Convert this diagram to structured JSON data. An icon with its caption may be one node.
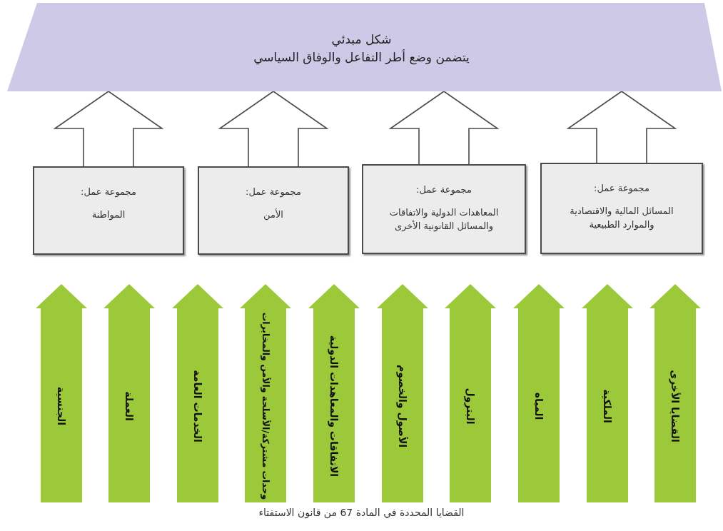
{
  "diagram": {
    "caption": "القضايا المحددة في المادة 67 من قانون الاستفتاء",
    "nodes": [
      {
        "text": [
          "شكل مبدئي",
          "يتضمن وضع أطر التفاعل والوفاق السياسي"
        ]
      },
      {
        "text": [
          "مجموعة عمل:",
          "المسائل المالية والاقتصادية والموارد الطبيعية"
        ]
      },
      {
        "text": [
          "مجموعة عمل:",
          "المعاهدات الدولية والاتفاقات والمسائل القانونية الأخرى"
        ]
      },
      {
        "text": [
          "مجموعة عمل:",
          "الأمن"
        ]
      },
      {
        "text": [
          "مجموعة عمل:",
          "المواطنة"
        ]
      },
      {
        "text": [
          "القضايا الأخرى"
        ]
      },
      {
        "text": [
          "الملكية"
        ]
      },
      {
        "text": [
          "المياه"
        ]
      },
      {
        "text": [
          "البترول"
        ]
      },
      {
        "text": [
          "الأصول والخصوم"
        ]
      },
      {
        "text": [
          "الاتفاقات والمعاهدات الدولية"
        ]
      },
      {
        "text": [
          "وحدات مشتركة/الأسلحة والأمن والمخابرات"
        ]
      },
      {
        "text": [
          "الخدمات العامة"
        ]
      },
      {
        "text": [
          "العملة"
        ]
      },
      {
        "text": [
          "الجنسية"
        ]
      }
    ],
    "edges": [
      {
        "from": 1,
        "to": 0,
        "arrow": "to"
      },
      {
        "from": 2,
        "to": 0,
        "arrow": "to"
      },
      {
        "from": 3,
        "to": 0,
        "arrow": "to"
      },
      {
        "from": 4,
        "to": 0,
        "arrow": "to"
      }
    ]
  }
}
